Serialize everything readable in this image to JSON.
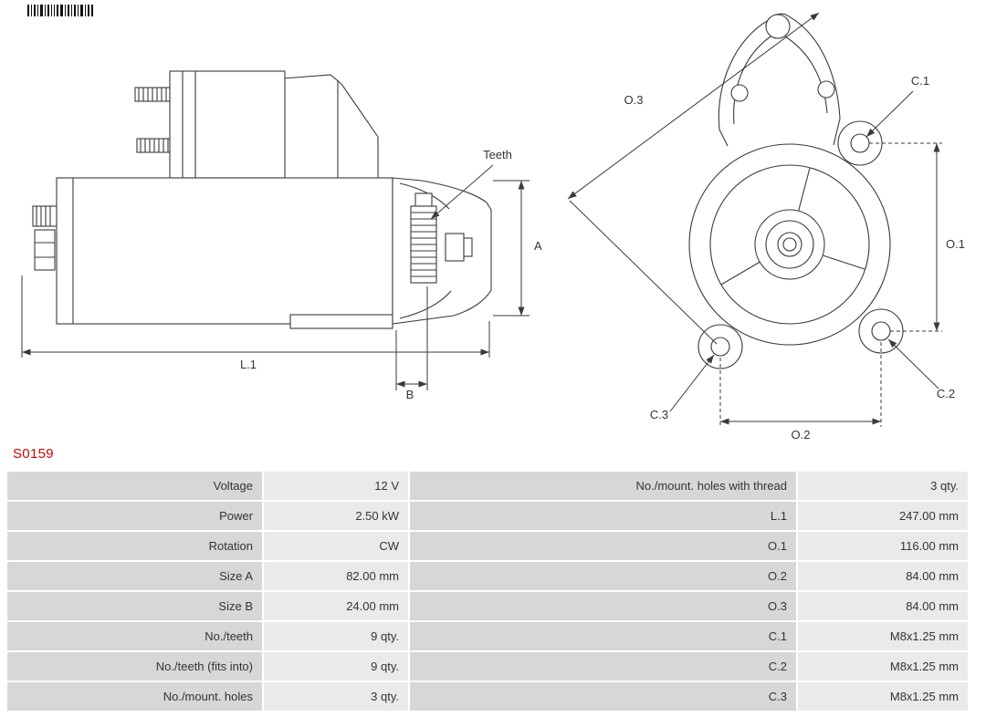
{
  "page": {
    "part_number": "S0159"
  },
  "colors": {
    "part_number": "#d40000",
    "table_label_bg": "#d7d7d7",
    "table_value_bg": "#eaeaea",
    "line": "#3a3a3a"
  },
  "drawings": {
    "side_view": {
      "labels": {
        "teeth": "Teeth",
        "a": "A",
        "b": "B",
        "l1": "L.1"
      }
    },
    "front_view": {
      "labels": {
        "o1": "O.1",
        "o2": "O.2",
        "o3": "O.3",
        "c1": "C.1",
        "c2": "C.2",
        "c3": "C.3"
      }
    }
  },
  "spec_table": {
    "left": [
      {
        "label": "Voltage",
        "value": "12 V"
      },
      {
        "label": "Power",
        "value": "2.50 kW"
      },
      {
        "label": "Rotation",
        "value": "CW"
      },
      {
        "label": "Size A",
        "value": "82.00 mm"
      },
      {
        "label": "Size B",
        "value": "24.00 mm"
      },
      {
        "label": "No./teeth",
        "value": "9 qty."
      },
      {
        "label": "No./teeth (fits into)",
        "value": "9 qty."
      },
      {
        "label": "No./mount. holes",
        "value": "3 qty."
      }
    ],
    "right": [
      {
        "label": "No./mount. holes with thread",
        "value": "3 qty."
      },
      {
        "label": "L.1",
        "value": "247.00 mm"
      },
      {
        "label": "O.1",
        "value": "116.00 mm"
      },
      {
        "label": "O.2",
        "value": "84.00 mm"
      },
      {
        "label": "O.3",
        "value": "84.00 mm"
      },
      {
        "label": "C.1",
        "value": "M8x1.25 mm"
      },
      {
        "label": "C.2",
        "value": "M8x1.25 mm"
      },
      {
        "label": "C.3",
        "value": "M8x1.25 mm"
      }
    ]
  }
}
